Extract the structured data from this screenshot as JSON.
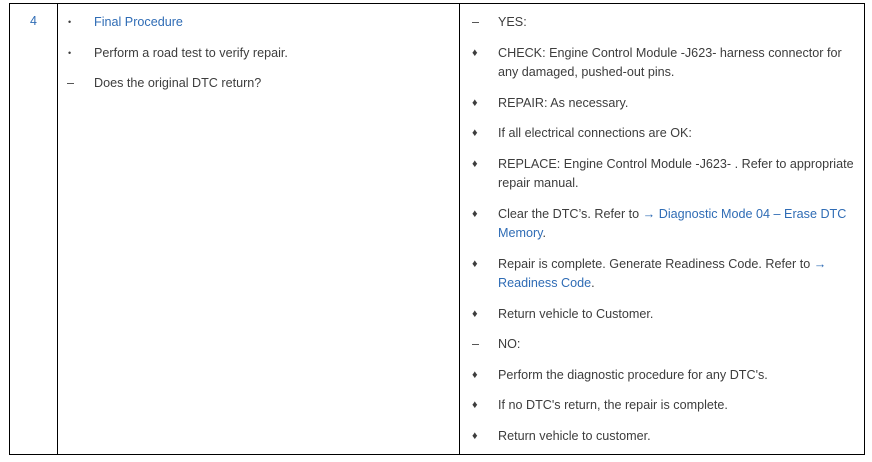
{
  "table": {
    "step": {
      "number": "4"
    },
    "procedure": {
      "items": [
        {
          "marker": "dot",
          "marker_glyph": "•",
          "text": "Final Procedure",
          "link": true
        },
        {
          "marker": "dot",
          "marker_glyph": "•",
          "text": "Perform a road test to verify repair.",
          "link": false
        },
        {
          "marker": "dash",
          "marker_glyph": "–",
          "text": "Does the original DTC return?",
          "link": false
        }
      ]
    },
    "result": {
      "items": [
        {
          "marker": "dash",
          "marker_glyph": "–",
          "text": "YES:"
        },
        {
          "marker": "diamond",
          "marker_glyph": "♦",
          "text": "CHECK: Engine Control Module -J623- harness connector for any damaged, pushed-out pins."
        },
        {
          "marker": "diamond",
          "marker_glyph": "♦",
          "text": "REPAIR: As necessary."
        },
        {
          "marker": "diamond",
          "marker_glyph": "♦",
          "text": "If all electrical connections are OK:"
        },
        {
          "marker": "diamond",
          "marker_glyph": "♦",
          "text": "REPLACE: Engine Control Module -J623- . Refer to appropriate repair manual."
        },
        {
          "marker": "diamond",
          "marker_glyph": "♦",
          "text_before": "Clear the DTC’s. Refer to ",
          "link_text": "→ Diagnostic Mode 04 – Erase DTC Memory",
          "text_after": "."
        },
        {
          "marker": "diamond",
          "marker_glyph": "♦",
          "text_before": "Repair is complete. Generate Readiness Code. Refer to ",
          "link_text": "→ Readiness Code",
          "text_after": "."
        },
        {
          "marker": "diamond",
          "marker_glyph": "♦",
          "text": "Return vehicle to Customer."
        },
        {
          "marker": "dash",
          "marker_glyph": "–",
          "text": "NO:"
        },
        {
          "marker": "diamond",
          "marker_glyph": "♦",
          "text": "Perform the diagnostic procedure for any DTC's."
        },
        {
          "marker": "diamond",
          "marker_glyph": "♦",
          "text": "If no DTC's return, the repair is complete."
        },
        {
          "marker": "diamond",
          "marker_glyph": "♦",
          "text": "Return vehicle to customer."
        }
      ]
    }
  },
  "colors": {
    "link": "#2f6cb5",
    "text": "#3d3d3d",
    "border": "#000000",
    "background": "#ffffff"
  }
}
